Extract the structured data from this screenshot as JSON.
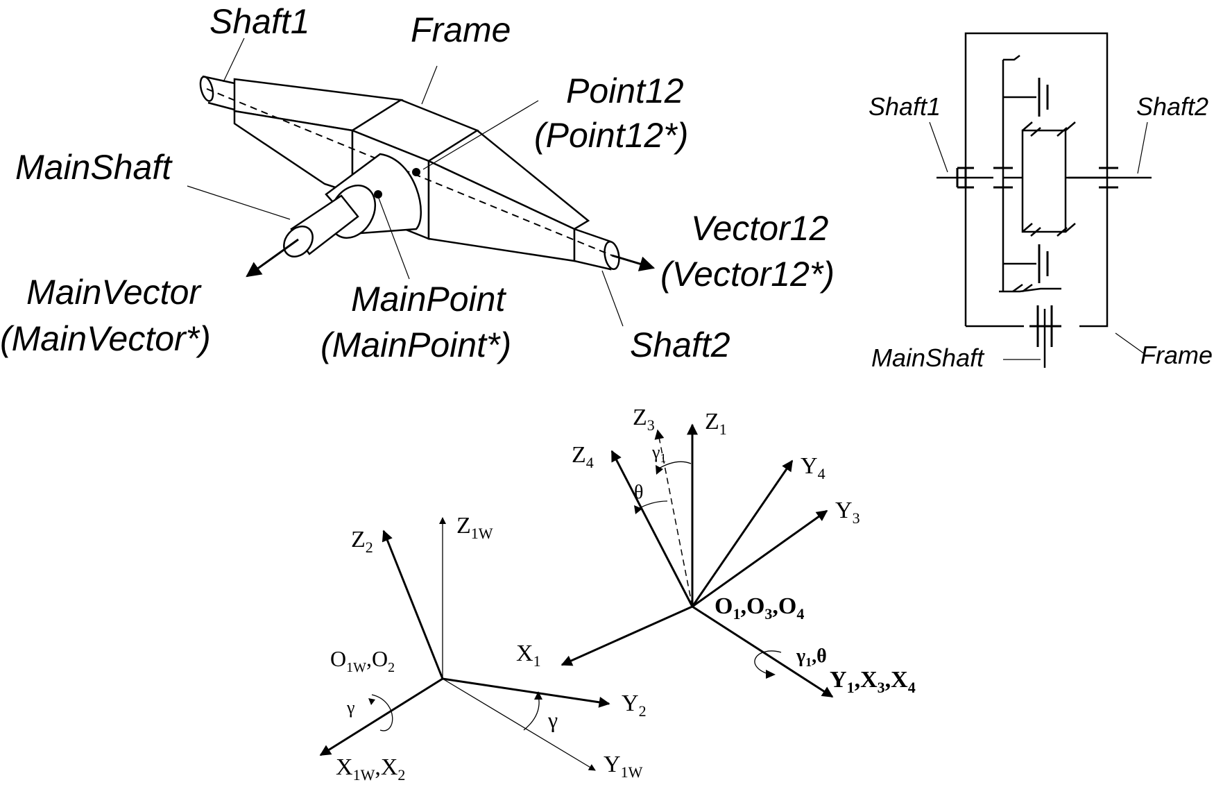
{
  "pictorial": {
    "shaft1": "Shaft1",
    "frame": "Frame",
    "point12": "Point12",
    "point12_star": "(Point12*)",
    "main_shaft": "MainShaft",
    "vector12": "Vector12",
    "vector12_star": "(Vector12*)",
    "main_vector": "MainVector",
    "main_vector_star": "(MainVector*)",
    "main_point": "MainPoint",
    "main_point_star": "(MainPoint*)",
    "shaft2": "Shaft2"
  },
  "schematic": {
    "shaft1": "Shaft1",
    "shaft2": "Shaft2",
    "main_shaft": "MainShaft",
    "frame": "Frame"
  },
  "frames_left": {
    "z2": {
      "base": "Z",
      "sub": "2"
    },
    "z1w": {
      "base": "Z",
      "sub": "1W"
    },
    "origin": {
      "a": "O",
      "a_sub": "1W",
      "sep": ",",
      "b": "O",
      "b_sub": "2"
    },
    "y2": {
      "base": "Y",
      "sub": "2"
    },
    "gamma_rot": "γ",
    "gamma_angle": "γ",
    "x1w_x2": {
      "a": "X",
      "a_sub": "1W",
      "sep": ",",
      "b": "X",
      "b_sub": "2"
    },
    "y1w": {
      "base": "Y",
      "sub": "1W"
    }
  },
  "frames_right": {
    "z3": {
      "base": "Z",
      "sub": "3"
    },
    "z1": {
      "base": "Z",
      "sub": "1"
    },
    "z4": {
      "base": "Z",
      "sub": "4"
    },
    "gamma1": {
      "base": "γ",
      "sub": "1"
    },
    "theta": "θ",
    "y4": {
      "base": "Y",
      "sub": "4"
    },
    "y3": {
      "base": "Y",
      "sub": "3"
    },
    "origin": {
      "a": "O",
      "a_sub": "1",
      "sep1": ",",
      "b": "O",
      "b_sub": "3",
      "sep2": ",",
      "c": "O",
      "c_sub": "4"
    },
    "x1": {
      "base": "X",
      "sub": "1"
    },
    "rot_label": {
      "a": "γ",
      "a_sub": "1",
      "sep": ",",
      "b": "θ"
    },
    "y1x3x4": {
      "a": "Y",
      "a_sub": "1",
      "sep1": ",",
      "b": "X",
      "b_sub": "3",
      "sep2": ",",
      "c": "X",
      "c_sub": "4"
    }
  }
}
